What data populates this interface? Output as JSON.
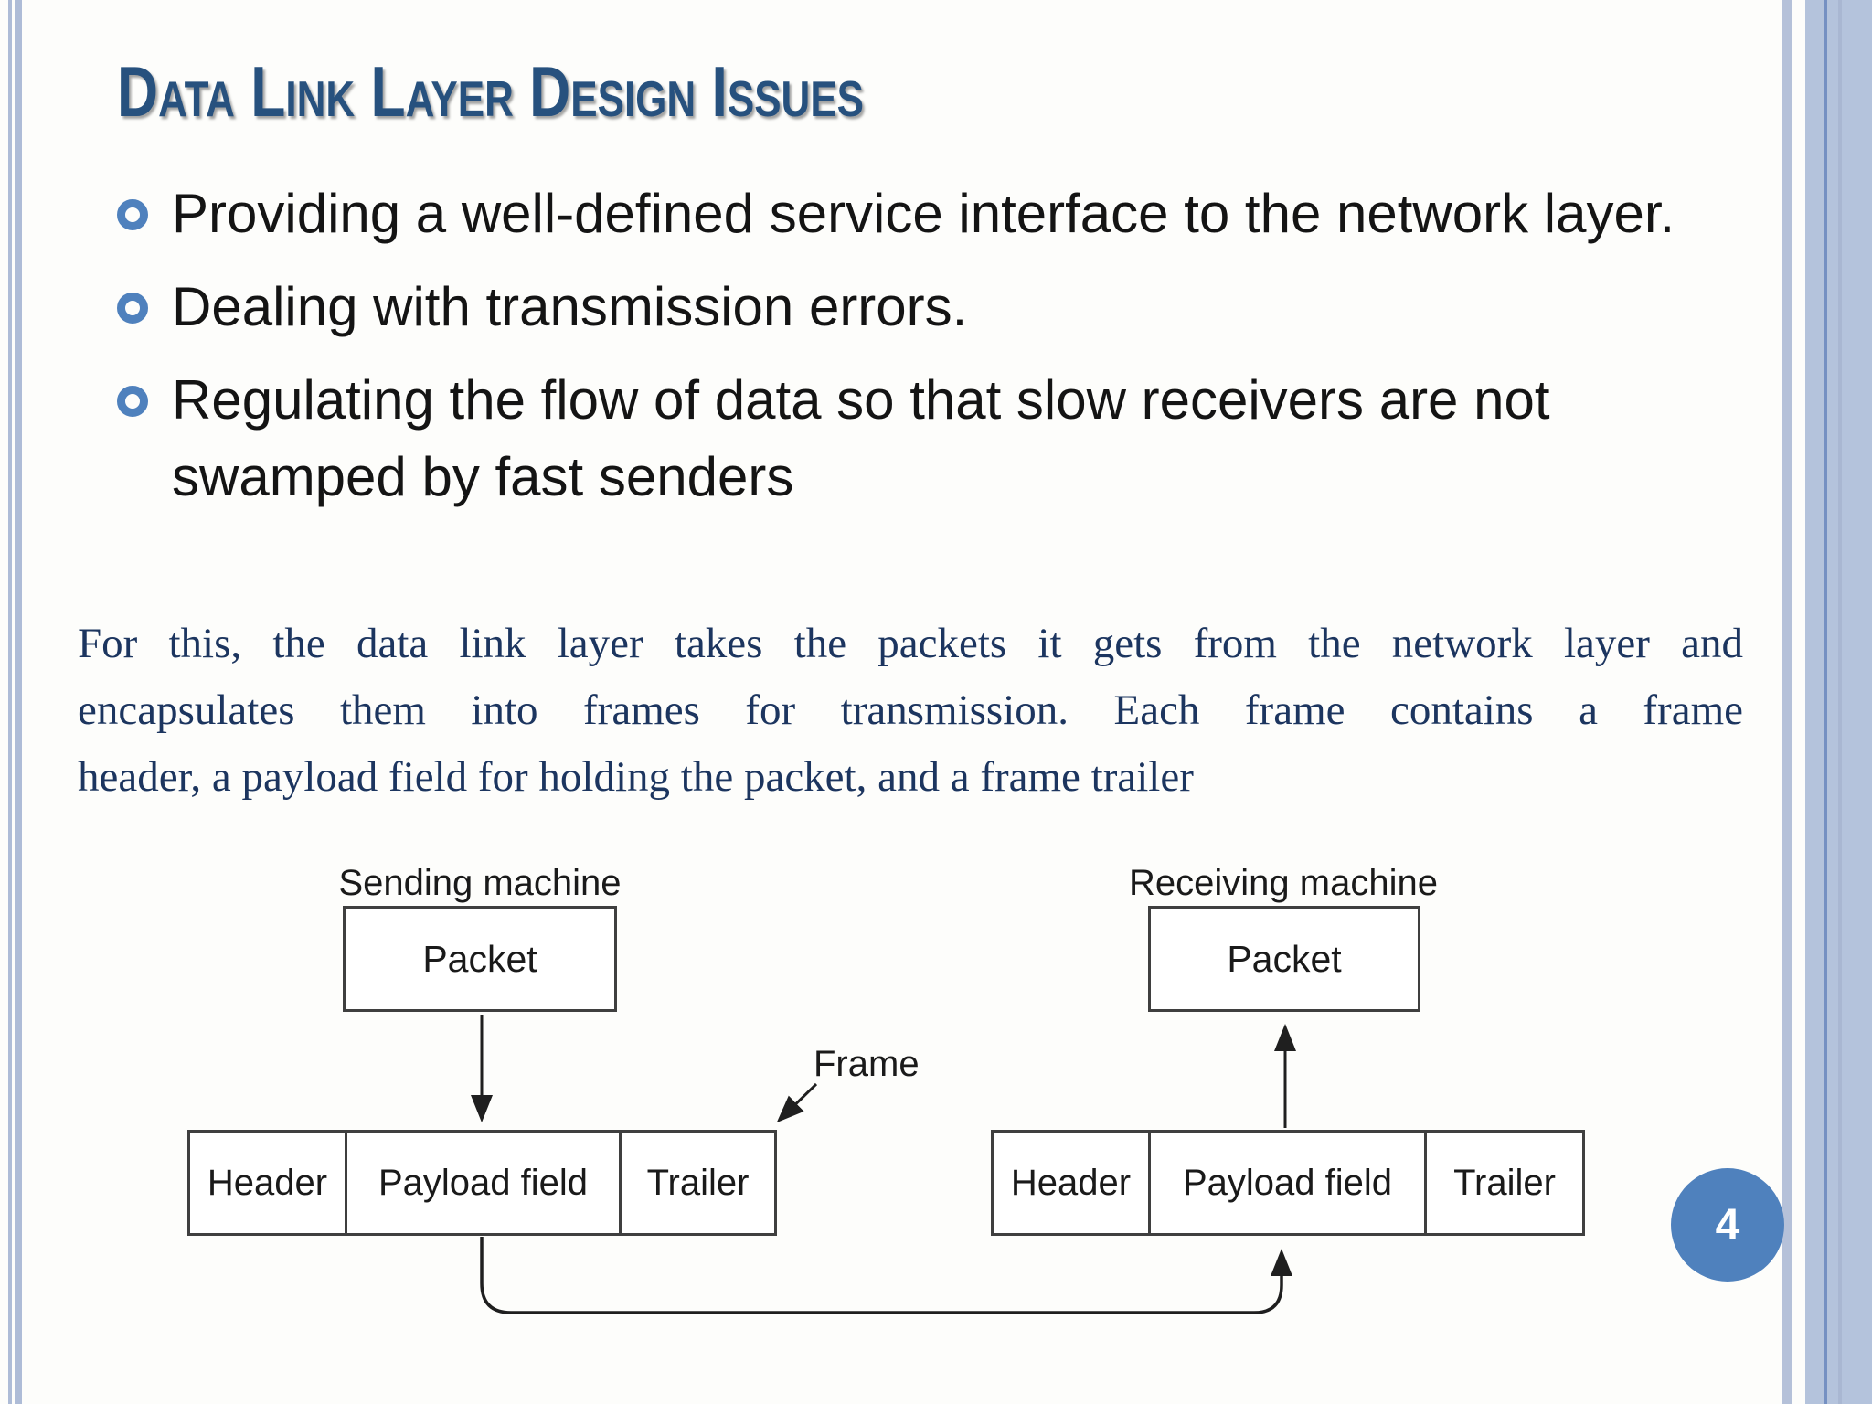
{
  "slide": {
    "title": "Data Link Layer Design Issues",
    "bullets": [
      "Providing a well-defined service interface to the network layer.",
      "Dealing with transmission errors.",
      "Regulating the flow of data so that slow receivers are not swamped by fast senders"
    ],
    "paragraph_lines": [
      "For this, the data link layer takes the packets it gets from the network layer and",
      "encapsulates them into frames for transmission. Each frame contains a frame",
      "header, a payload field for holding the packet, and a frame trailer"
    ],
    "page_number": "4"
  },
  "diagram": {
    "frame_label": "Frame",
    "sending": {
      "label": "Sending machine",
      "packet_label": "Packet",
      "cells": [
        "Header",
        "Payload field",
        "Trailer"
      ]
    },
    "receiving": {
      "label": "Receiving machine",
      "packet_label": "Packet",
      "cells": [
        "Header",
        "Payload field",
        "Trailer"
      ]
    }
  },
  "colors": {
    "title_blue": "#27517e",
    "accent_blue": "#4f81bd",
    "paragraph_navy": "#1c355f",
    "side_stripe_blue": "#aebcd7",
    "diagram_line": "#3f3f3f"
  },
  "icons": {
    "bullet": "ring-bullet",
    "arrows": [
      "down-arrow",
      "up-arrow",
      "frame-pointer-arrow",
      "curved-transfer-arrow"
    ]
  }
}
